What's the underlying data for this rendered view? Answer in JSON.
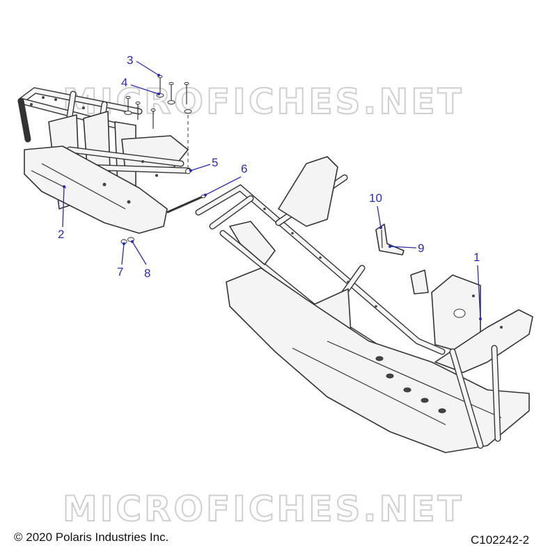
{
  "watermark": "MICROFICHES.NET",
  "copyright": "© 2020 Polaris Industries Inc.",
  "figure_id": "C102242-2",
  "callouts": [
    {
      "id": "1",
      "label": "1"
    },
    {
      "id": "2",
      "label": "2"
    },
    {
      "id": "3",
      "label": "3"
    },
    {
      "id": "4",
      "label": "4"
    },
    {
      "id": "5",
      "label": "5"
    },
    {
      "id": "6",
      "label": "6"
    },
    {
      "id": "7",
      "label": "7"
    },
    {
      "id": "8",
      "label": "8"
    },
    {
      "id": "9",
      "label": "9"
    },
    {
      "id": "10",
      "label": "10"
    }
  ],
  "colors": {
    "callout": "#2b2bb0",
    "outline": "#333333",
    "watermark": "#cfcfcf"
  }
}
